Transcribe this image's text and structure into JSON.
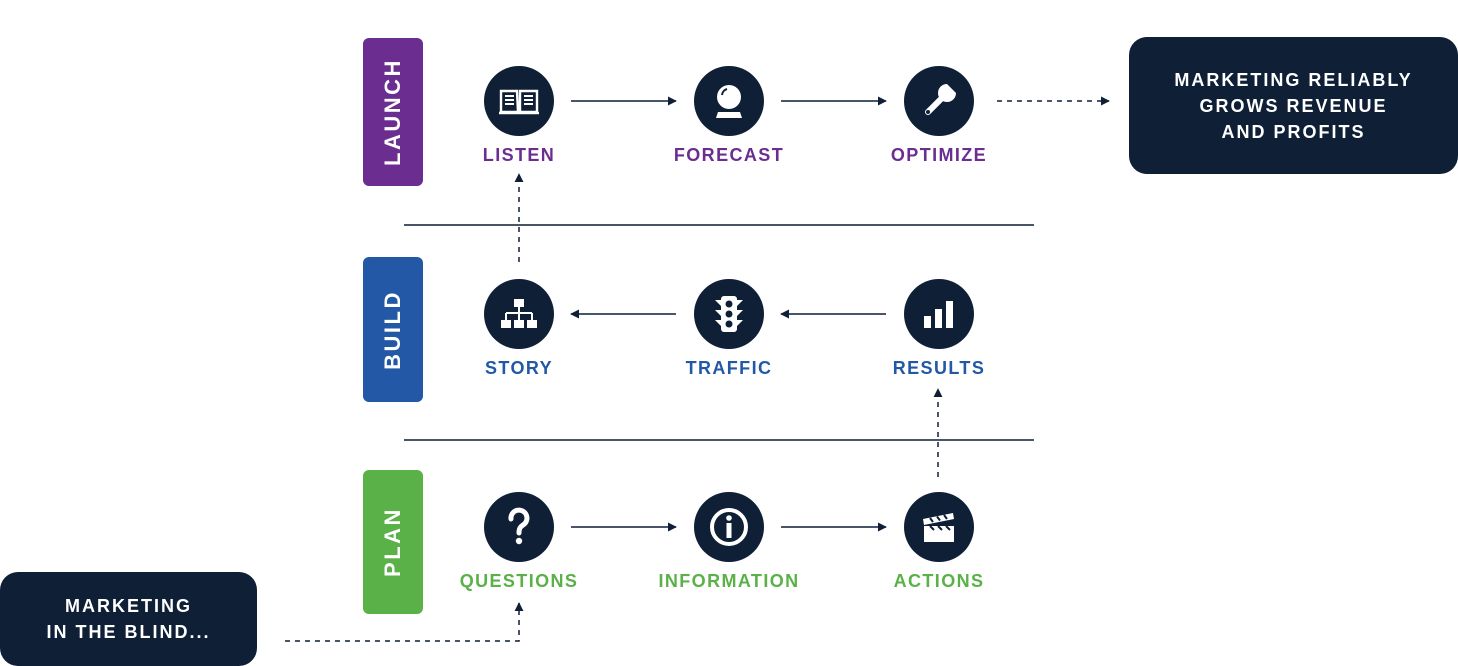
{
  "colors": {
    "launch": "#6b2d8f",
    "build": "#2358a6",
    "plan": "#5ab147",
    "node": "#0f1f36",
    "line": "#0f1f36"
  },
  "stages": {
    "launch": {
      "label": "LAUNCH",
      "steps": [
        {
          "label": "LISTEN",
          "icon": "book-icon"
        },
        {
          "label": "FORECAST",
          "icon": "crystal-ball-icon"
        },
        {
          "label": "OPTIMIZE",
          "icon": "wrench-icon"
        }
      ]
    },
    "build": {
      "label": "BUILD",
      "steps": [
        {
          "label": "STORY",
          "icon": "sitemap-icon"
        },
        {
          "label": "TRAFFIC",
          "icon": "traffic-light-icon"
        },
        {
          "label": "RESULTS",
          "icon": "bar-chart-icon"
        }
      ]
    },
    "plan": {
      "label": "PLAN",
      "steps": [
        {
          "label": "QUESTIONS",
          "icon": "question-icon"
        },
        {
          "label": "INFORMATION",
          "icon": "info-icon"
        },
        {
          "label": "ACTIONS",
          "icon": "clapperboard-icon"
        }
      ]
    }
  },
  "outcome": {
    "text": "MARKETING RELIABLY\nGROWS REVENUE\nAND PROFITS"
  },
  "start": {
    "text": "MARKETING\nIN THE BLIND..."
  }
}
